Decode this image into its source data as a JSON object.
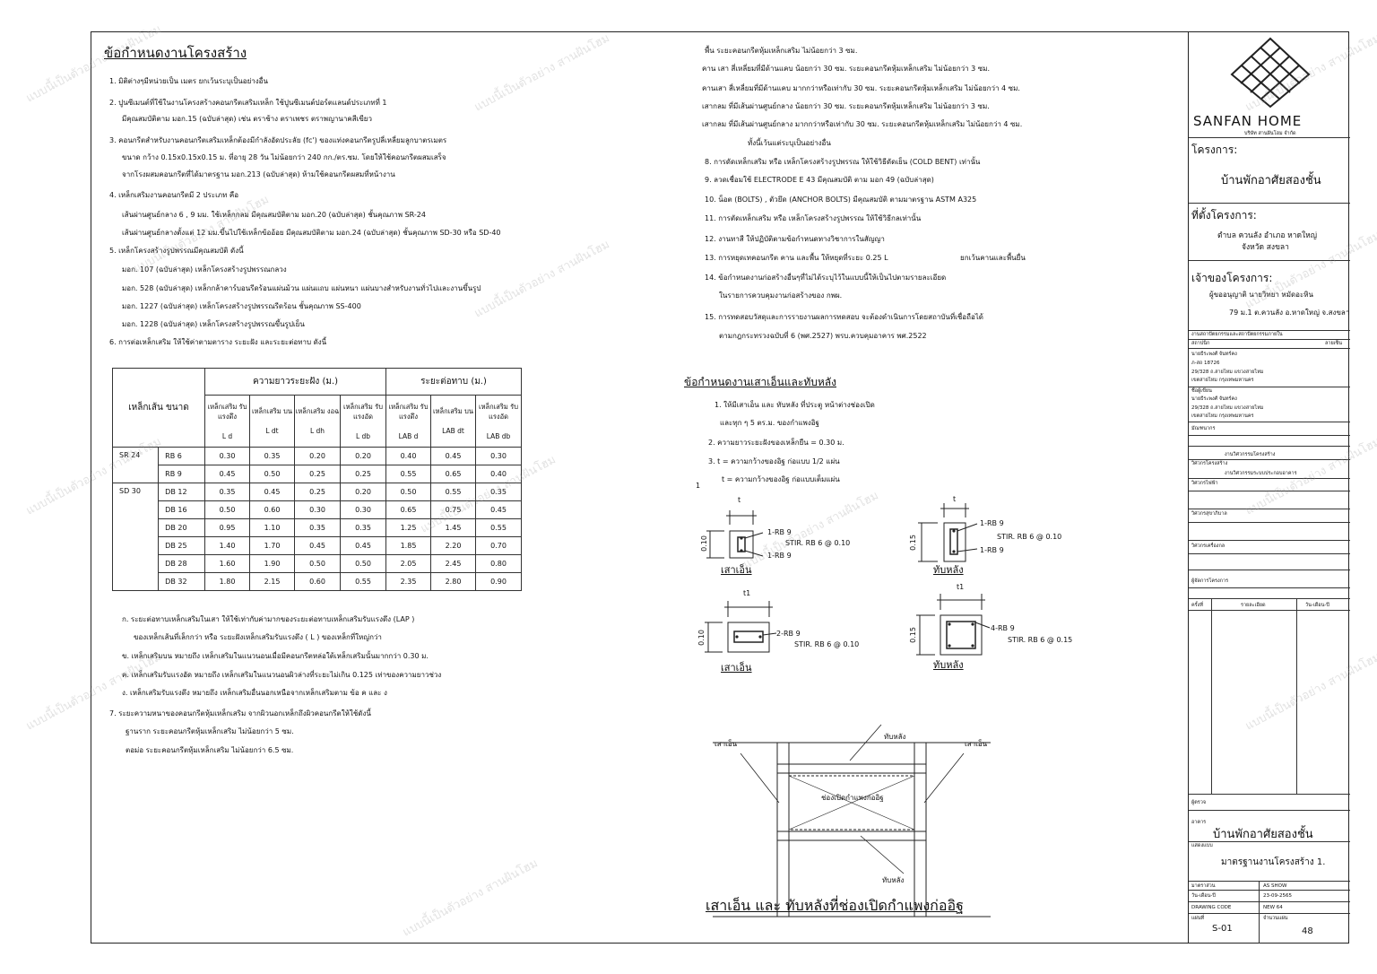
{
  "left": {
    "title": "ข้อกำหนดงานโครงสร้าง",
    "items": [
      "1. มิติต่างๆมีหน่วยเป็น เมตร ยกเว้นระบุเป็นอย่างอื่น",
      "2. ปูนซีเมนต์ที่ใช้ในงานโครงสร้างคอนกรีตเสริมเหล็ก ใช้ปูนซีเมนต์ปอร์ตแลนด์ประเภทที่ 1",
      "มีคุณสมบัติตาม มอก.15 (ฉบับล่าสุด) เช่น ตราช้าง ตราเพชร ตราพญานาคสีเขียว",
      "3. คอนกรีตสำหรับงานคอนกรีตเสริมเหล็กต้องมีกำลังอัดประลัย (fc') ของแท่งคอนกรีตรูปลี่เหลี่ยมลูกบาตรเมตร",
      "ขนาด กว้าง 0.15x0.15x0.15 ม. ที่อายุ 28 วัน ไม่น้อยกว่า 240 กก./ตร.ซม. โดยให้ใช้คอนกรีตผสมเสร็จ",
      "จากโรงผสมคอนกรีตที่ได้มาตรฐาน มอก.213 (ฉบับล่าสุด) ห้ามใช้คอนกรีตผสมที่หน้างาน",
      "4. เหล็กเสริมงานคอนกรีตมี 2 ประเภท คือ",
      "เส้นผ่านศูนย์กลาง 6 , 9 มม. ใช้เหล็กกลม มีคุณสมบัติตาม มอก.20 (ฉบับล่าสุด) ชั้นคุณภาพ SR-24",
      "เส้นผ่านศูนย์กลางตั้งแต่ 12 มม.ขึ้นไปใช้เหล็กข้ออ้อย มีคุณสมบัติตาม มอก.24 (ฉบับล่าสุด) ชั้นคุณภาพ SD-30 หรือ SD-40",
      "5. เหล็กโครงสร้างรูปพรรณมีคุณสมบัติ ดังนี้",
      "มอก. 107 (ฉบับล่าสุด) เหล็กโครงสร้างรูปพรรณกลวง",
      "มอก. 528 (ฉบับล่าสุด) เหล็กกล้าคาร์บอนรีดร้อนแผ่นม้วน แผ่นแถบ แผ่นหนา แผ่นบางสำหรับงานทั่วไปและงานขึ้นรูป",
      "มอก. 1227 (ฉบับล่าสุด) เหล็กโครงสร้างรูปพรรณรีดร้อน ชั้นคุณภาพ SS-400",
      "มอก. 1228 (ฉบับล่าสุด) เหล็กโครงสร้างรูปพรรณขึ้นรูปเย็น",
      "6. การต่อเหล็กเสริม ให้ใช้ค่าตามตาราง ระยะฝัง และระยะต่อทาบ ดังนี้"
    ],
    "notes": [
      "ก. ระยะต่อทาบเหล็กเสริมในเสา ให้ใช้เท่ากับค่ามากของระยะต่อทาบเหล็กเสริมรับแรงดึง (LAP )",
      "ของเหล็กเส้นที่เล็กกว่า หรือ ระยะฝังเหล็กเสริมรับแรงดึง ( L ) ของเหล็กที่ใหญ่กว่า",
      "ข. เหล็กเสริมบน หมายถึง เหล็กเสริมในแนวนอนเมื่อมีคอนกรีตหล่อใต้เหล็กเสริมนั้นมากกว่า 0.30 ม.",
      "ค. เหล็กเสริมรับแรงอัด หมายถึง เหล็กเสริมในแนวนอนผิวล่างที่ระยะไม่เกิน 0.125 เท่าของความยาวช่วง",
      "ง. เหล็กเสริมรับแรงดึง หมายถึง เหล็กเสริมอื่นนอกเหนือจากเหล็กเสริมตาม ข้อ ค และ ง",
      "7. ระยะความหนาของคอนกรีตหุ้มเหล็กเสริม จากผิวนอกเหล็กถึงผิวคอนกรีตให้ใช้ดังนี้",
      "ฐานราก   ระยะคอนกรีตหุ้มเหล็กเสริม ไม่น้อยกว่า 5 ซม.",
      "ตอม่อ    ระยะคอนกรีตหุ้มเหล็กเสริม ไม่น้อยกว่า 6.5 ซม."
    ]
  },
  "table": {
    "h_size": "เหล็กเส้น ขนาด",
    "h_embed": "ความยาวระยะฝัง (ม.)",
    "h_lap": "ระยะต่อทาบ (ม.)",
    "sub": [
      "เหล็กเสริม รับแรงดึง",
      "เหล็กเสริม บน",
      "เหล็กเสริม งอฉ",
      "เหล็กเสริม รับแรงอัด",
      "เหล็กเสริม รับแรงดึง",
      "เหล็กเสริม บน",
      "เหล็กเสริม รับแรงอัด"
    ],
    "sym": [
      "L d",
      "L dt",
      "L dh",
      "L db",
      "LAB d",
      "LAB dt",
      "LAB db"
    ],
    "rows": [
      [
        "SR 24",
        "RB 6",
        "0.30",
        "0.35",
        "0.20",
        "0.20",
        "0.40",
        "0.45",
        "0.30"
      ],
      [
        "",
        "RB 9",
        "0.45",
        "0.50",
        "0.25",
        "0.25",
        "0.55",
        "0.65",
        "0.40"
      ],
      [
        "SD 30",
        "DB 12",
        "0.35",
        "0.45",
        "0.25",
        "0.20",
        "0.50",
        "0.55",
        "0.35"
      ],
      [
        "",
        "DB 16",
        "0.50",
        "0.60",
        "0.30",
        "0.30",
        "0.65",
        "0.75",
        "0.45"
      ],
      [
        "",
        "DB 20",
        "0.95",
        "1.10",
        "0.35",
        "0.35",
        "1.25",
        "1.45",
        "0.55"
      ],
      [
        "",
        "DB 25",
        "1.40",
        "1.70",
        "0.45",
        "0.45",
        "1.85",
        "2.20",
        "0.70"
      ],
      [
        "",
        "DB 28",
        "1.60",
        "1.90",
        "0.50",
        "0.50",
        "2.05",
        "2.45",
        "0.80"
      ],
      [
        "",
        "DB 32",
        "1.80",
        "2.15",
        "0.60",
        "0.55",
        "2.35",
        "2.80",
        "0.90"
      ]
    ]
  },
  "mid": {
    "items": [
      "พื้น     ระยะคอนกรีตหุ้มเหล็กเสริม ไม่น้อยกว่า 3 ซม.",
      "คาน เสา   สี่เหลี่ยมที่มีด้านแคบ น้อยกว่า 30 ซม. ระยะคอนกรีตหุ้มเหล็กเสริม ไม่น้อยกว่า 3 ซม.",
      "คานเสา   สี่เหลี่ยมที่มีด้านแคบ มากกว่าหรือเท่ากับ 30 ซม. ระยะคอนกรีตหุ้มเหล็กเสริม ไม่น้อยกว่า 4 ซม.",
      "เสากลม   ที่มีเส้นผ่านศูนย์กลาง น้อยกว่า 30 ซม. ระยะคอนกรีตหุ้มเหล็กเสริม ไม่น้อยกว่า 3 ซม.",
      "เสากลม   ที่มีเส้นผ่านศูนย์กลาง มากกว่าหรือเท่ากับ 30 ซม. ระยะคอนกรีตหุ้มเหล็กเสริม ไม่น้อยกว่า 4 ซม.",
      "ทั้งนี้เว้นแต่ระบุเป็นอย่างอื่น",
      "8. การดัดเหล็กเสริม หรือ เหล็กโครงสร้างรูปพรรณ ให้ใช้วิธีดัดเย็น (COLD BENT) เท่านั้น",
      "9. ลวดเชื่อมใช้ ELECTRODE E 43 มีคุณสมบัติ ตาม มอก 49 (ฉบับล่าสุด)",
      "10. น็อต (BOLTS) , ตัวยึด (ANCHOR BOLTS) มีคุณสมบัติ ตามมาตรฐาน ASTM  A325",
      "11. การตัดเหล็กเสริม หรือ เหล็กโครงสร้างรูปพรรณ ให้ใช้วิธีกลเท่านั้น",
      "12. งานทาสี ให้ปฏิบัติตามข้อกำหนดทางวิชาการในสัญญา",
      "13. การหยุดเทคอนกรีต คาน และพื้น ให้หยุดที่ระยะ 0.25 L",
      "ยกเว้นคานและพื้นยื่น",
      "14. ข้อกำหนดงานก่อสร้างอื่นๆที่ไม่ได้ระบุไว้ในแบบนี้ให้เป็นไปตามรายละเอียด",
      "ในรายการควบคุมงานก่อสร้างของ กพผ.",
      "15. การทดสอบวัสดุและการรายงานผลการทดสอบ จะต้องดำเนินการโดยสถาบันที่เชื่อถือได้",
      "ตามกฎกระทรวงฉบับที่ 6 (พศ.2527) พรบ.ควบคุมอาคาร พศ.2522"
    ],
    "lintel_title": "ข้อกำหนดงานเสาเอ็นและทับหลัง",
    "lintel_items": [
      "1. ให้มีเสาเอ็น และ ทับหลัง ที่ประตู หน้าต่างช่องเปิด",
      "และทุก ๆ 5 ตร.ม. ของกำแพงอิฐ",
      "2. ความยาวระยะฝังของเหล็กยืน = 0.30 ม.",
      "3.  t = ความกว้างของอิฐ ก่อแบบ  1/2 แผ่น",
      "t = ความกว้างของอิฐ ก่อแบบเต็มแผ่น",
      "1"
    ],
    "sec": {
      "t": "t",
      "t1": "t1",
      "dim010": "0.10",
      "dim015": "0.15",
      "col1_a": "1-RB 9",
      "col1_b": "STIR. RB 6 @ 0.10",
      "col1_c": "1-RB 9",
      "col1_name": "เสาเอ็น",
      "lin1_a": "1-RB 9",
      "lin1_b": "STIR. RB 6 @ 0.10",
      "lin1_c": "1-RB 9",
      "lin1_name": "ทับหลัง",
      "col2_a": "2-RB 9",
      "col2_b": "STIR. RB 6 @ 0.10",
      "col2_name": "เสาเอ็น",
      "lin2_a": "4-RB 9",
      "lin2_b": "STIR. RB 6 @ 0.15",
      "lin2_name": "ทับหลัง"
    },
    "elev": {
      "lintel_top": "ทับหลัง",
      "col_left": "เสาเอ็น",
      "col_right": "เสาเอ็น",
      "opening": "ช่องเปิดกำแพงก่ออิฐ",
      "lintel_bottom": "ทับหลัง",
      "caption": "เสาเอ็น และ ทับหลังที่ช่องเปิดกำแพงก่ออิฐ"
    }
  },
  "titleblock": {
    "brand": "SANFAN HOME",
    "brand_sub": "บริษัท สานฝันโฮม จำกัด",
    "project_label": "โครงการ:",
    "project": "บ้านพักอาศัยสองชั้น",
    "site_label": "ที่ตั้งโครงการ:",
    "site1": "ตำบล ควนลัง อำเภอ หาดใหญ่",
    "site2": "จังหวัด สงขลา",
    "owner_label": "เจ้าของโครงการ:",
    "owner1": "ผู้ขออนุญาติ นายวิทยา หมัดอะหิน",
    "owner2": "79 ม.1 ต.ควนลัง อ.หาดใหญ่ จ.สงขลา",
    "firm": "งานสถาปัตยกรรมและสถาปัตยกรรมภายใน",
    "arch_label": "สถาปนิก",
    "arch_sign": "ลายเซ็น",
    "arch_name": "นายธีระพงศ์ จันทร์คง",
    "arch_lic": "ภ-สถ 18726",
    "arch_addr1": "29/328 ถ.สายไหม แขวงสายไหม",
    "arch_addr2": "เขตสายไหม กรุงเทพมหานคร",
    "design_label": "ชื่อผู้เขียน",
    "design_name": "นายธีระพงศ์ จันทร์คง",
    "design_addr1": "29/328 ถ.สายไหม แขวงสายไหม",
    "design_addr2": "เขตสายไหม กรุงเทพมหานคร",
    "mw_label": "มัณฑนากร",
    "struct_head": "งานวิศวกรรมโครงสร้าง",
    "struct_label": "วิศวกรโครงสร้าง",
    "sys_head": "งานวิศวกรรมระบบประกอบอาคาร",
    "elec": "วิศวกรไฟฟ้า",
    "plumb": "วิศวกรสุขาภิบาล",
    "mech": "วิศวกรเครื่องกล",
    "ctrl": "ผู้จัดการโครงการ",
    "rev_no": "ครั้งที่",
    "rev_desc": "รายละเอียด",
    "rev_date": "วัน-เดือน-ปี",
    "check": "ผู้ตรวจ",
    "bldg_label": "อาคาร",
    "bldg": "บ้านพักอาศัยสองชั้น",
    "sheet_label": "แสดงแบบ",
    "sheet_title": "มาตรฐานงานโครงสร้าง 1.",
    "scale_label": "มาตราส่วน",
    "scale": "AS SHOW",
    "date_label": "วัน-เดือน-ปี",
    "date": "23-09-2565",
    "code_label": "DRAWING CODE",
    "code": "NEW 64",
    "sheetno_label": "แผ่นที่",
    "sheetno": "S-01",
    "total_label": "จำนวนแผ่น",
    "total": "48"
  },
  "watermark": "แบบนี้เป็นตัวอย่าง สานฝันโฮม"
}
